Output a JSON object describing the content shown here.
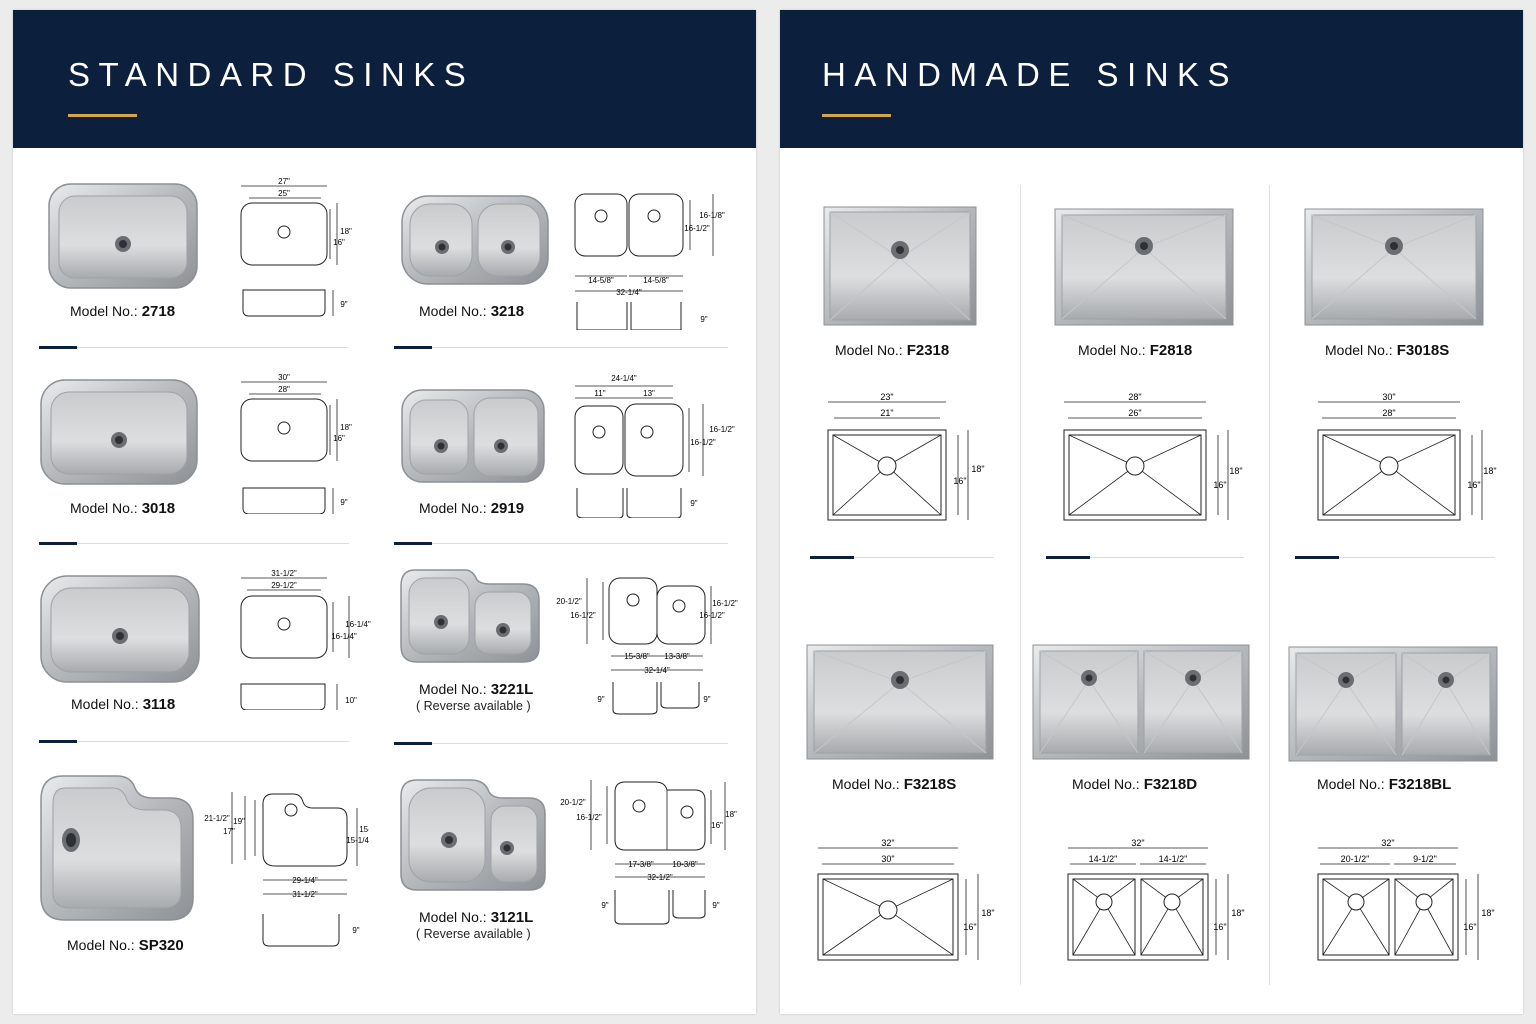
{
  "left": {
    "title": "STANDARD SINKS",
    "items": [
      {
        "label": "Model No.:",
        "model": "2718",
        "note": "",
        "dims": {
          "top1": "27\"",
          "top2": "25\"",
          "r1": "18\"",
          "r2": "16\"",
          "depth": "9\""
        }
      },
      {
        "label": "Model No.:",
        "model": "3218",
        "note": "",
        "dims": {
          "r1": "16-1/8\"",
          "r2": "16-1/2\"",
          "b1": "14-5/8\"",
          "b2": "14-5/8\"",
          "b3": "32-1/4\"",
          "depth": "9\""
        }
      },
      {
        "label": "Model No.:",
        "model": "3018",
        "note": "",
        "dims": {
          "top1": "30\"",
          "top2": "28\"",
          "r1": "18\"",
          "r2": "16\"",
          "depth": "9\""
        }
      },
      {
        "label": "Model No.:",
        "model": "2919",
        "note": "",
        "dims": {
          "t0": "24-1/4\"",
          "t1": "11\"",
          "t2": "13\"",
          "r1": "16-1/2\"",
          "r2": "16-1/2\"",
          "depth": "9\""
        }
      },
      {
        "label": "Model No.:",
        "model": "3118",
        "note": "",
        "dims": {
          "top1": "31-1/2\"",
          "top2": "29-1/2\"",
          "r1": "16-1/4\"",
          "r2": "16-1/4\"",
          "depth": "10\""
        }
      },
      {
        "label": "Model No.:",
        "model": "3221L",
        "note": "( Reverse available )",
        "dims": {
          "l1": "20-1/2\"",
          "l2": "16-1/2\"",
          "r1": "16-1/2\"",
          "r2": "16-1/2\"",
          "b1": "15-3/8\"",
          "b2": "13-3/8\"",
          "b3": "32-1/4\"",
          "dl": "9\"",
          "dr": "9\""
        }
      },
      {
        "label": "Model No.:",
        "model": "SP320",
        "note": "",
        "dims": {
          "l1": "21-1/2\"",
          "l2": "19\"",
          "l3": "17\"",
          "r1": "15-1/4\"",
          "r2": "15-1/4\"",
          "b1": "29-1/4\"",
          "b2": "31-1/2\"",
          "depth": "9\""
        }
      },
      {
        "label": "Model No.:",
        "model": "3121L",
        "note": "( Reverse available )",
        "dims": {
          "l1": "20-1/2\"",
          "l2": "16-1/2\"",
          "r1": "18\"",
          "r2": "16\"",
          "b1": "17-3/8\"",
          "b2": "10-3/8\"",
          "b3": "32-1/2\"",
          "dl": "9\"",
          "dr": "9\""
        }
      }
    ]
  },
  "right": {
    "title": "HANDMADE SINKS",
    "items": [
      {
        "label": "Model No.:",
        "model": "F2318",
        "dims": {
          "top1": "23\"",
          "top2": "21\"",
          "r1": "18\"",
          "r2": "16\""
        }
      },
      {
        "label": "Model No.:",
        "model": "F2818",
        "dims": {
          "top1": "28\"",
          "top2": "26\"",
          "r1": "18\"",
          "r2": "16\""
        }
      },
      {
        "label": "Model No.:",
        "model": "F3018S",
        "dims": {
          "top1": "30\"",
          "top2": "28\"",
          "r1": "18\"",
          "r2": "16\""
        }
      },
      {
        "label": "Model No.:",
        "model": "F3218S",
        "dims": {
          "top1": "32\"",
          "top2": "30\"",
          "r1": "18\"",
          "r2": "16\""
        }
      },
      {
        "label": "Model No.:",
        "model": "F3218D",
        "dims": {
          "top1": "32\"",
          "a": "14-1/2\"",
          "b": "14-1/2\"",
          "r1": "18\"",
          "r2": "16\""
        }
      },
      {
        "label": "Model No.:",
        "model": "F3218BL",
        "dims": {
          "top1": "32\"",
          "a": "20-1/2\"",
          "b": "9-1/2\"",
          "r1": "18\"",
          "r2": "16\""
        }
      }
    ]
  },
  "colors": {
    "navy": "#0c1f3d",
    "gold": "#d4a648",
    "steel": "#b9bcbf"
  }
}
